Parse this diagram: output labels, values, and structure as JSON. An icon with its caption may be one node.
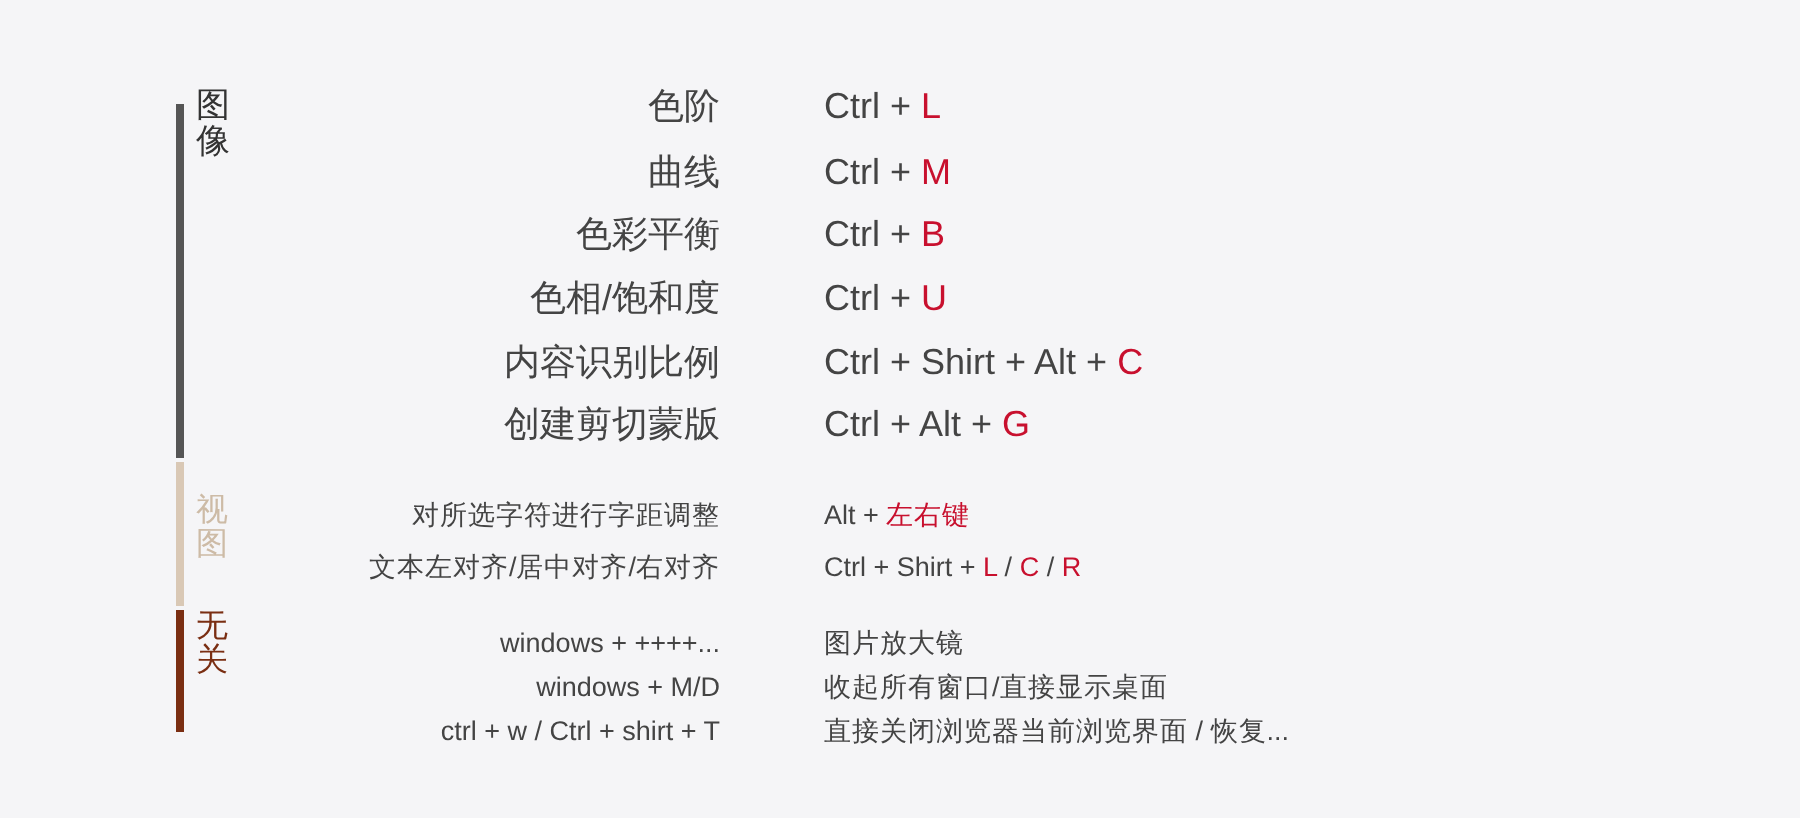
{
  "diagram": {
    "labels": [
      "图像",
      "色阶",
      "Ctrl + **L**",
      "曲线",
      "Ctrl + **M**",
      "色彩平衡",
      "Ctrl + **B**",
      "色相/饱和度",
      "Ctrl + **U**",
      "内容识别比例",
      "Ctrl + Shirt + Alt + **C**",
      "创建剪切蒙版",
      "Ctrl + Alt + **G**",
      "视图",
      "对所选字符进行字距调整",
      "Alt + **左右键**",
      "文本左对齐/居中对齐/右对齐",
      "Ctrl + Shirt + **L** / **C** / **R**",
      "无关",
      "windows + ++++...",
      "图片放大镜",
      "windows + M/D",
      "收起所有窗口/直接显示桌面",
      "ctrl + w / Ctrl + shirt + T",
      "直接关闭浏览器当前浏览界面 / 恢复..."
    ]
  }
}
